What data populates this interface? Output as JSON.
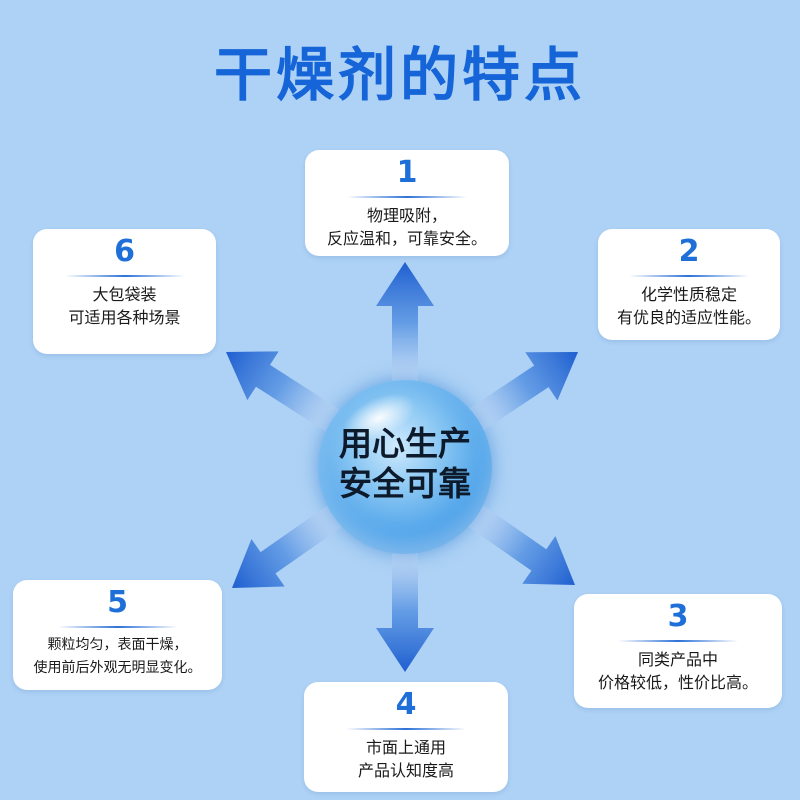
{
  "title": "干燥剂的特点",
  "center": {
    "line1": "用心生产",
    "line2": "安全可靠"
  },
  "colors": {
    "background": "#aed2f5",
    "accent": "#1f6fd9",
    "arrow": "#2e6fd4"
  },
  "features": [
    {
      "num": "1",
      "line1": "物理吸附，",
      "line2": "反应温和，可靠安全。"
    },
    {
      "num": "2",
      "line1": "化学性质稳定",
      "line2": "有优良的适应性能。"
    },
    {
      "num": "3",
      "line1": "同类产品中",
      "line2": "价格较低，性价比高。"
    },
    {
      "num": "4",
      "line1": "市面上通用",
      "line2": "产品认知度高"
    },
    {
      "num": "5",
      "line1": "颗粒均匀，表面干燥，",
      "line2": "使用前后外观无明显变化。"
    },
    {
      "num": "6",
      "line1": "大包袋装",
      "line2": "可适用各种场景"
    }
  ]
}
